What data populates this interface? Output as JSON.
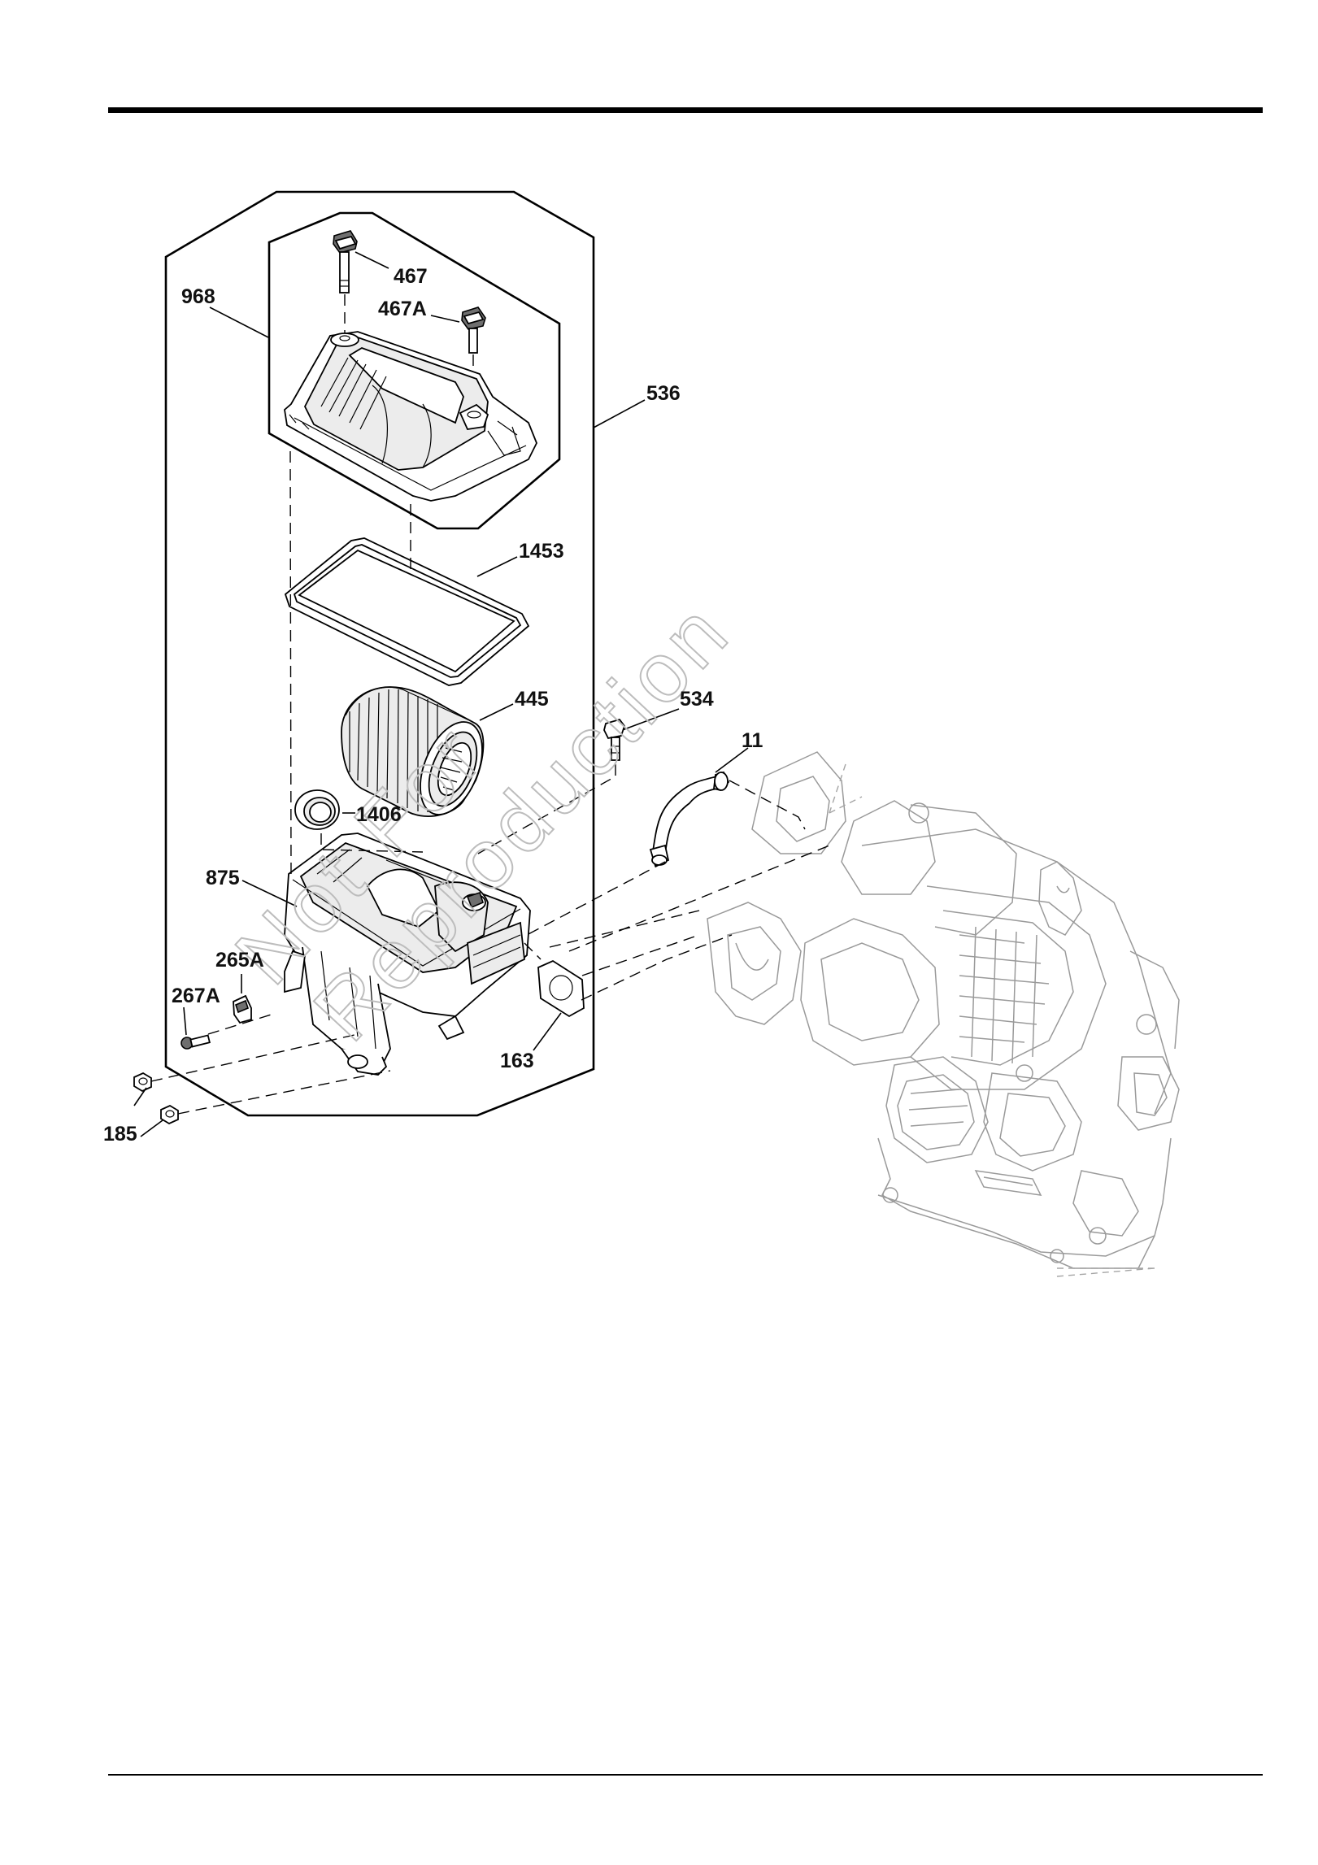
{
  "watermark": {
    "line1": "Not For",
    "line2": "Reproduction"
  },
  "callouts": [
    {
      "key": "p467",
      "label": "467"
    },
    {
      "key": "p467a",
      "label": "467A"
    },
    {
      "key": "p968",
      "label": "968"
    },
    {
      "key": "p536",
      "label": "536"
    },
    {
      "key": "p1453",
      "label": "1453"
    },
    {
      "key": "p445",
      "label": "445"
    },
    {
      "key": "p534",
      "label": "534"
    },
    {
      "key": "p11",
      "label": "11"
    },
    {
      "key": "p1406",
      "label": "1406"
    },
    {
      "key": "p875",
      "label": "875"
    },
    {
      "key": "p265a",
      "label": "265A"
    },
    {
      "key": "p267a",
      "label": "267A"
    },
    {
      "key": "p163",
      "label": "163"
    },
    {
      "key": "p185",
      "label": "185"
    }
  ],
  "colors": {
    "ink": "#000000",
    "engine_lines": "#9a9a9a",
    "watermark": "#bdbdbd"
  }
}
